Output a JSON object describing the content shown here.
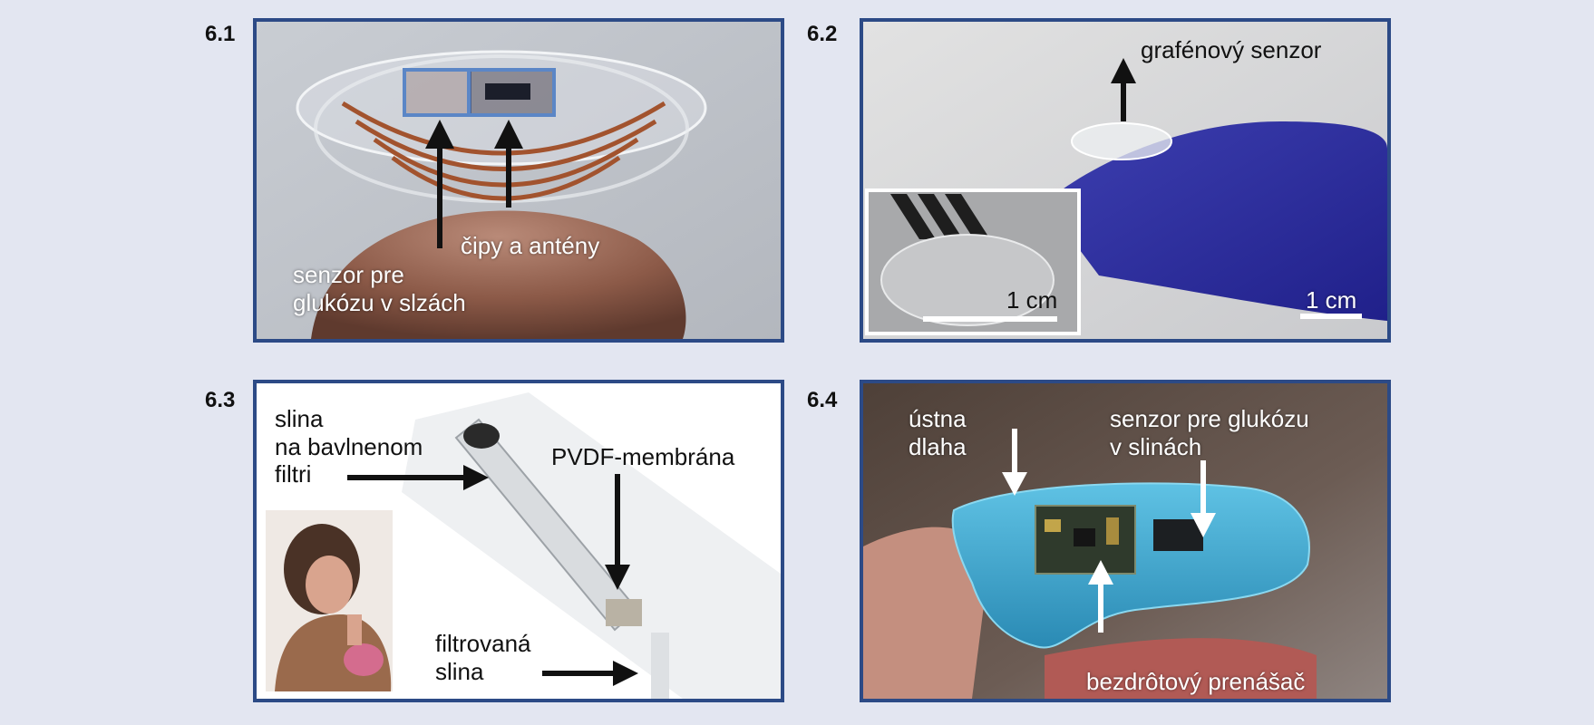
{
  "panels": [
    {
      "number": "6.1",
      "labels": {
        "tear_sensor": "senzor pre\nglukózu v slzách",
        "chips": "čipy a antény"
      }
    },
    {
      "number": "6.2",
      "labels": {
        "graphene_sensor": "grafénový senzor",
        "inset_scale": "1 cm",
        "main_scale": "1 cm"
      }
    },
    {
      "number": "6.3",
      "labels": {
        "saliva_filter": "slina\nna bavlnenom\nfiltri",
        "membrane": "PVDF-membrána",
        "filtered": "filtrovaná\nslina"
      }
    },
    {
      "number": "6.4",
      "labels": {
        "mouthguard": "ústna\ndlaha",
        "saliva_sensor": "senzor pre glukózu\nv slinách",
        "transmitter": "bezdrôtový prenášač"
      }
    }
  ],
  "colors": {
    "page_background": "#e3e6f1",
    "panel_border": "#2c4a86",
    "highlight_box": "#5b86c6",
    "arrow_dark": "#111111",
    "arrow_light": "#ffffff"
  }
}
